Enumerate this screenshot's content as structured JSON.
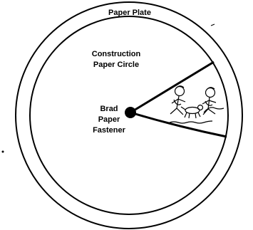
{
  "labels": {
    "plate": "Paper Plate",
    "circle_line1": "Construction",
    "circle_line2": "Paper Circle",
    "fastener_line1": "Brad",
    "fastener_line2": "Paper",
    "fastener_line3": "Fastener"
  },
  "icons": {
    "illustration": "children-running-with-dog-illustration"
  }
}
